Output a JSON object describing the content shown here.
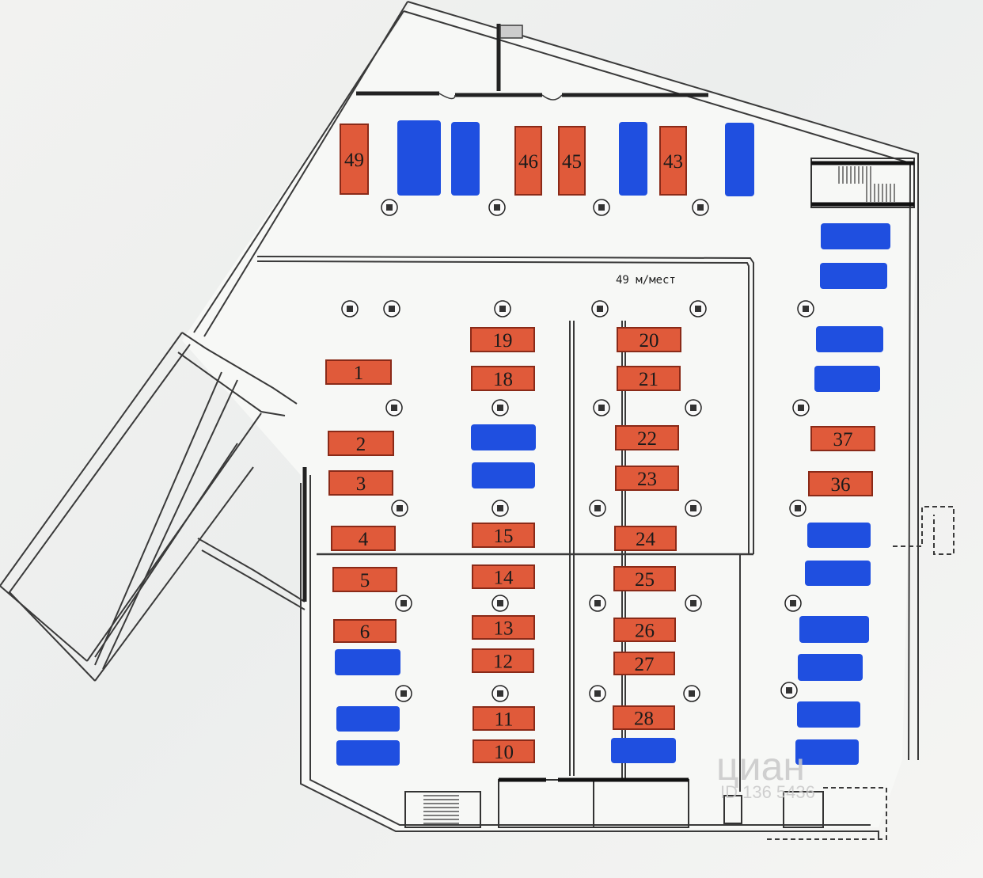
{
  "caption": "49 м/мест",
  "watermark": {
    "brand": "циан",
    "id": "ID 136 5436"
  },
  "colors": {
    "occupied": "#e05a3a",
    "occupied_border": "#8a2a18",
    "available": "#1f4fe0",
    "line": "#3a3a3a",
    "paper": "#f7f8f6"
  },
  "occupied_spots": [
    {
      "label": "49"
    },
    {
      "label": "46"
    },
    {
      "label": "45"
    },
    {
      "label": "43"
    },
    {
      "label": "1"
    },
    {
      "label": "2"
    },
    {
      "label": "3"
    },
    {
      "label": "4"
    },
    {
      "label": "5"
    },
    {
      "label": "6"
    },
    {
      "label": "19"
    },
    {
      "label": "18"
    },
    {
      "label": "15"
    },
    {
      "label": "14"
    },
    {
      "label": "13"
    },
    {
      "label": "12"
    },
    {
      "label": "11"
    },
    {
      "label": "10"
    },
    {
      "label": "20"
    },
    {
      "label": "21"
    },
    {
      "label": "22"
    },
    {
      "label": "23"
    },
    {
      "label": "24"
    },
    {
      "label": "25"
    },
    {
      "label": "26"
    },
    {
      "label": "27"
    },
    {
      "label": "28"
    },
    {
      "label": "37"
    },
    {
      "label": "36"
    }
  ],
  "available_spot_count": 20
}
